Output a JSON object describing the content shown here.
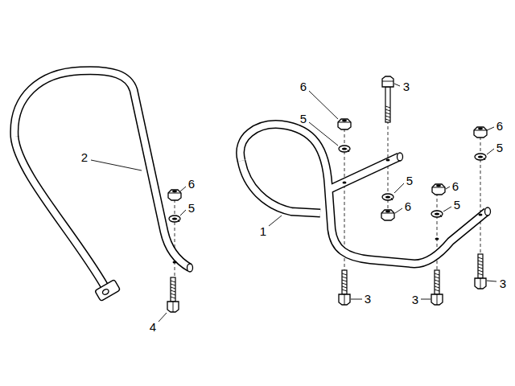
{
  "diagram": {
    "labels": [
      "2",
      "6",
      "5",
      "4",
      "6",
      "3",
      "5",
      "6",
      "5",
      "5",
      "6",
      "5",
      "6",
      "1",
      "3",
      "3",
      "3"
    ]
  }
}
